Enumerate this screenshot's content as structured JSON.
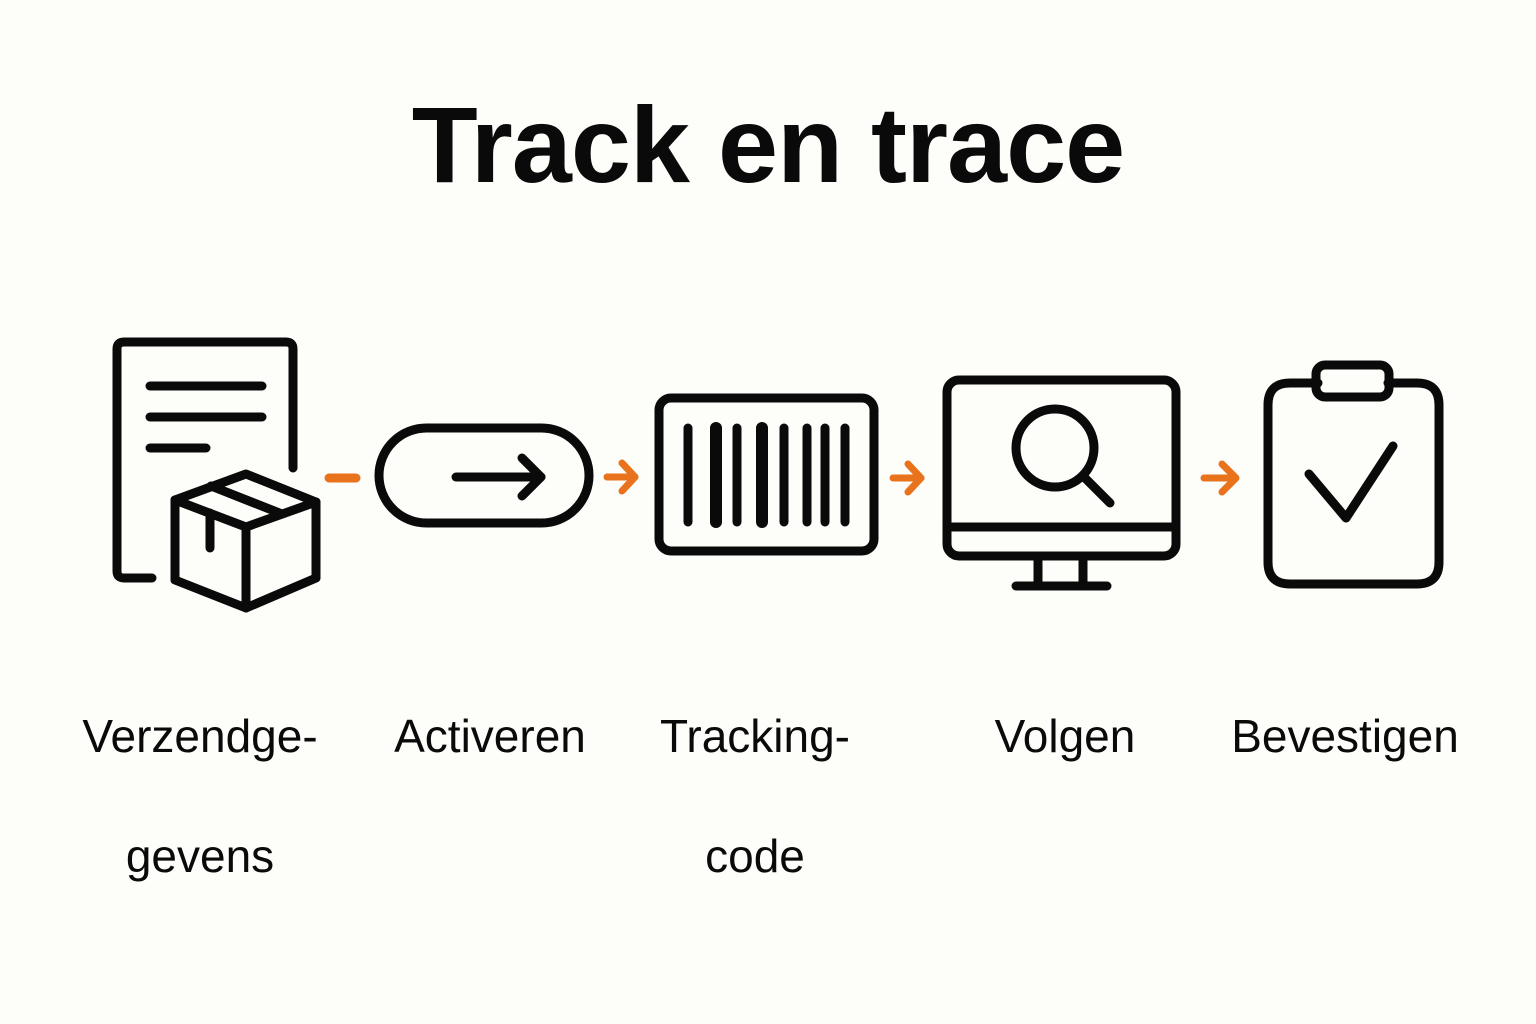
{
  "title": "Track en trace",
  "colors": {
    "background": "#fdfdf9",
    "icon_stroke": "#0a0a0a",
    "connector_arrow": "#e8731c"
  },
  "steps": [
    {
      "icon": "document-with-package-icon",
      "label_line1": "Verzendge-",
      "label_line2": "gevens"
    },
    {
      "icon": "arrow-pill-button-icon",
      "label_line1": "Activeren",
      "label_line2": ""
    },
    {
      "icon": "barcode-icon",
      "label_line1": "Tracking-",
      "label_line2": "code"
    },
    {
      "icon": "monitor-search-icon",
      "label_line1": "Volgen",
      "label_line2": ""
    },
    {
      "icon": "clipboard-check-icon",
      "label_line1": "Bevestigen",
      "label_line2": ""
    }
  ],
  "connectors": [
    {
      "from": 0,
      "to": 1,
      "style": "dash"
    },
    {
      "from": 1,
      "to": 2,
      "style": "arrow"
    },
    {
      "from": 2,
      "to": 3,
      "style": "arrow"
    },
    {
      "from": 3,
      "to": 4,
      "style": "arrow"
    }
  ]
}
